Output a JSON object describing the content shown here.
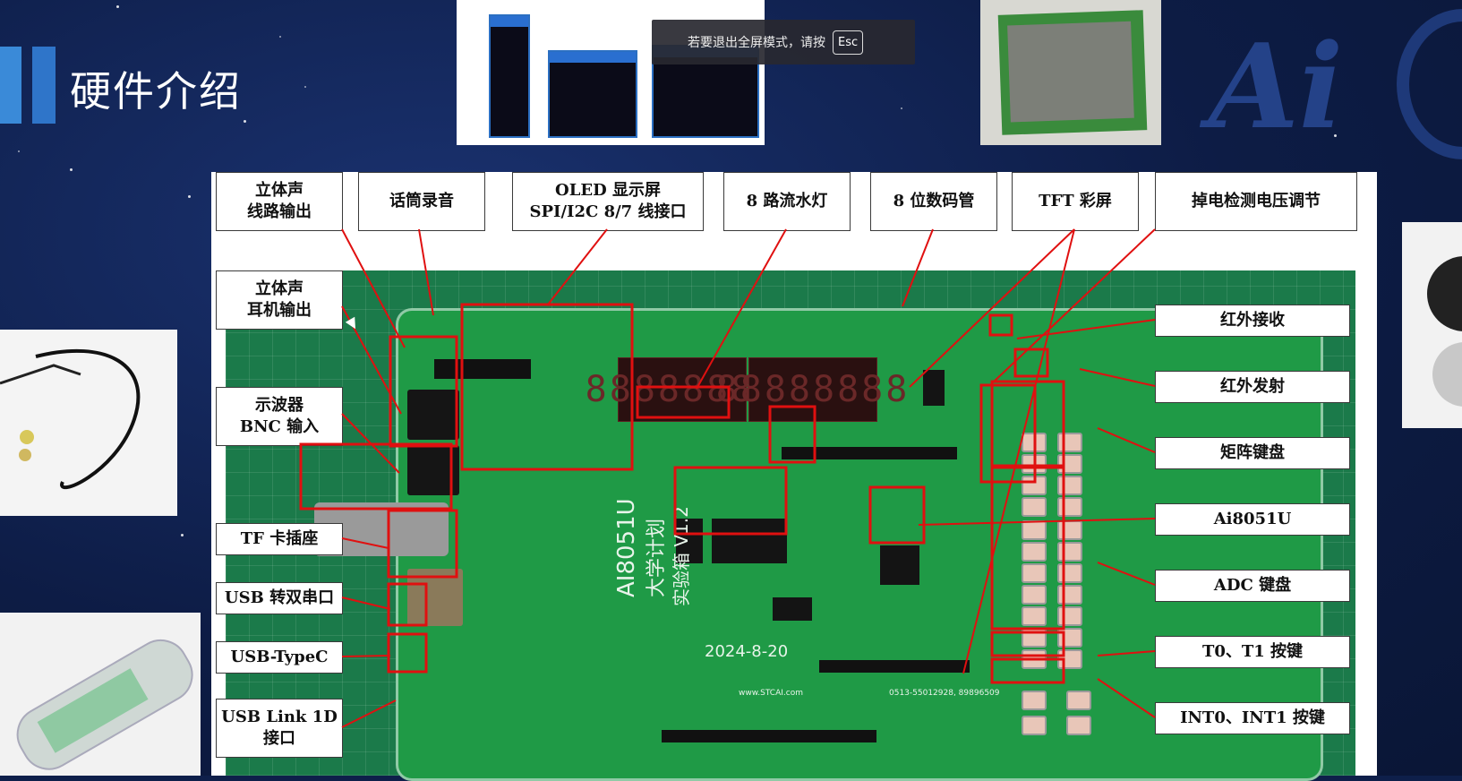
{
  "slide": {
    "title": "硬件介绍",
    "brand_text": "Ai"
  },
  "fullscreen_notice": {
    "text": "若要退出全屏模式，请按",
    "key": "Esc"
  },
  "labels": {
    "stereo_line_out": "立体声\n线路输出",
    "mic_record": "话筒录音",
    "oled": "OLED 显示屏\nSPI/I2C 8/7 线接口",
    "led8": "8 路流水灯",
    "seg8": "8 位数码管",
    "tft": "TFT 彩屏",
    "power_detect": "掉电检测电压调节",
    "stereo_headphone": "立体声\n耳机输出",
    "oscilloscope_bnc": "示波器\nBNC 输入",
    "tf_card": "TF 卡插座",
    "usb_dual_serial": "USB 转双串口",
    "usb_typec": "USB-TypeC",
    "usb_link": "USB Link 1D\n接口",
    "ir_receive": "红外接收",
    "ir_transmit": "红外发射",
    "matrix_keypad": "矩阵键盘",
    "mcu": "Ai8051U",
    "adc_keypad": "ADC 键盘",
    "t0_t1_keys": "T0、T1 按键",
    "int_keys": "INT0、INT1 按键"
  },
  "board_silk": {
    "model": "AI8051U",
    "name": "大学计划",
    "box": "实验箱 V1.2",
    "date": "2024-8-20",
    "seg_display": "88888888",
    "website": "www.STCAI.com",
    "phone": "0513-55012928, 89896509"
  },
  "colors": {
    "highlight": "#e01010",
    "background": "#0e1f4a",
    "pcb": "#1f9a46"
  }
}
